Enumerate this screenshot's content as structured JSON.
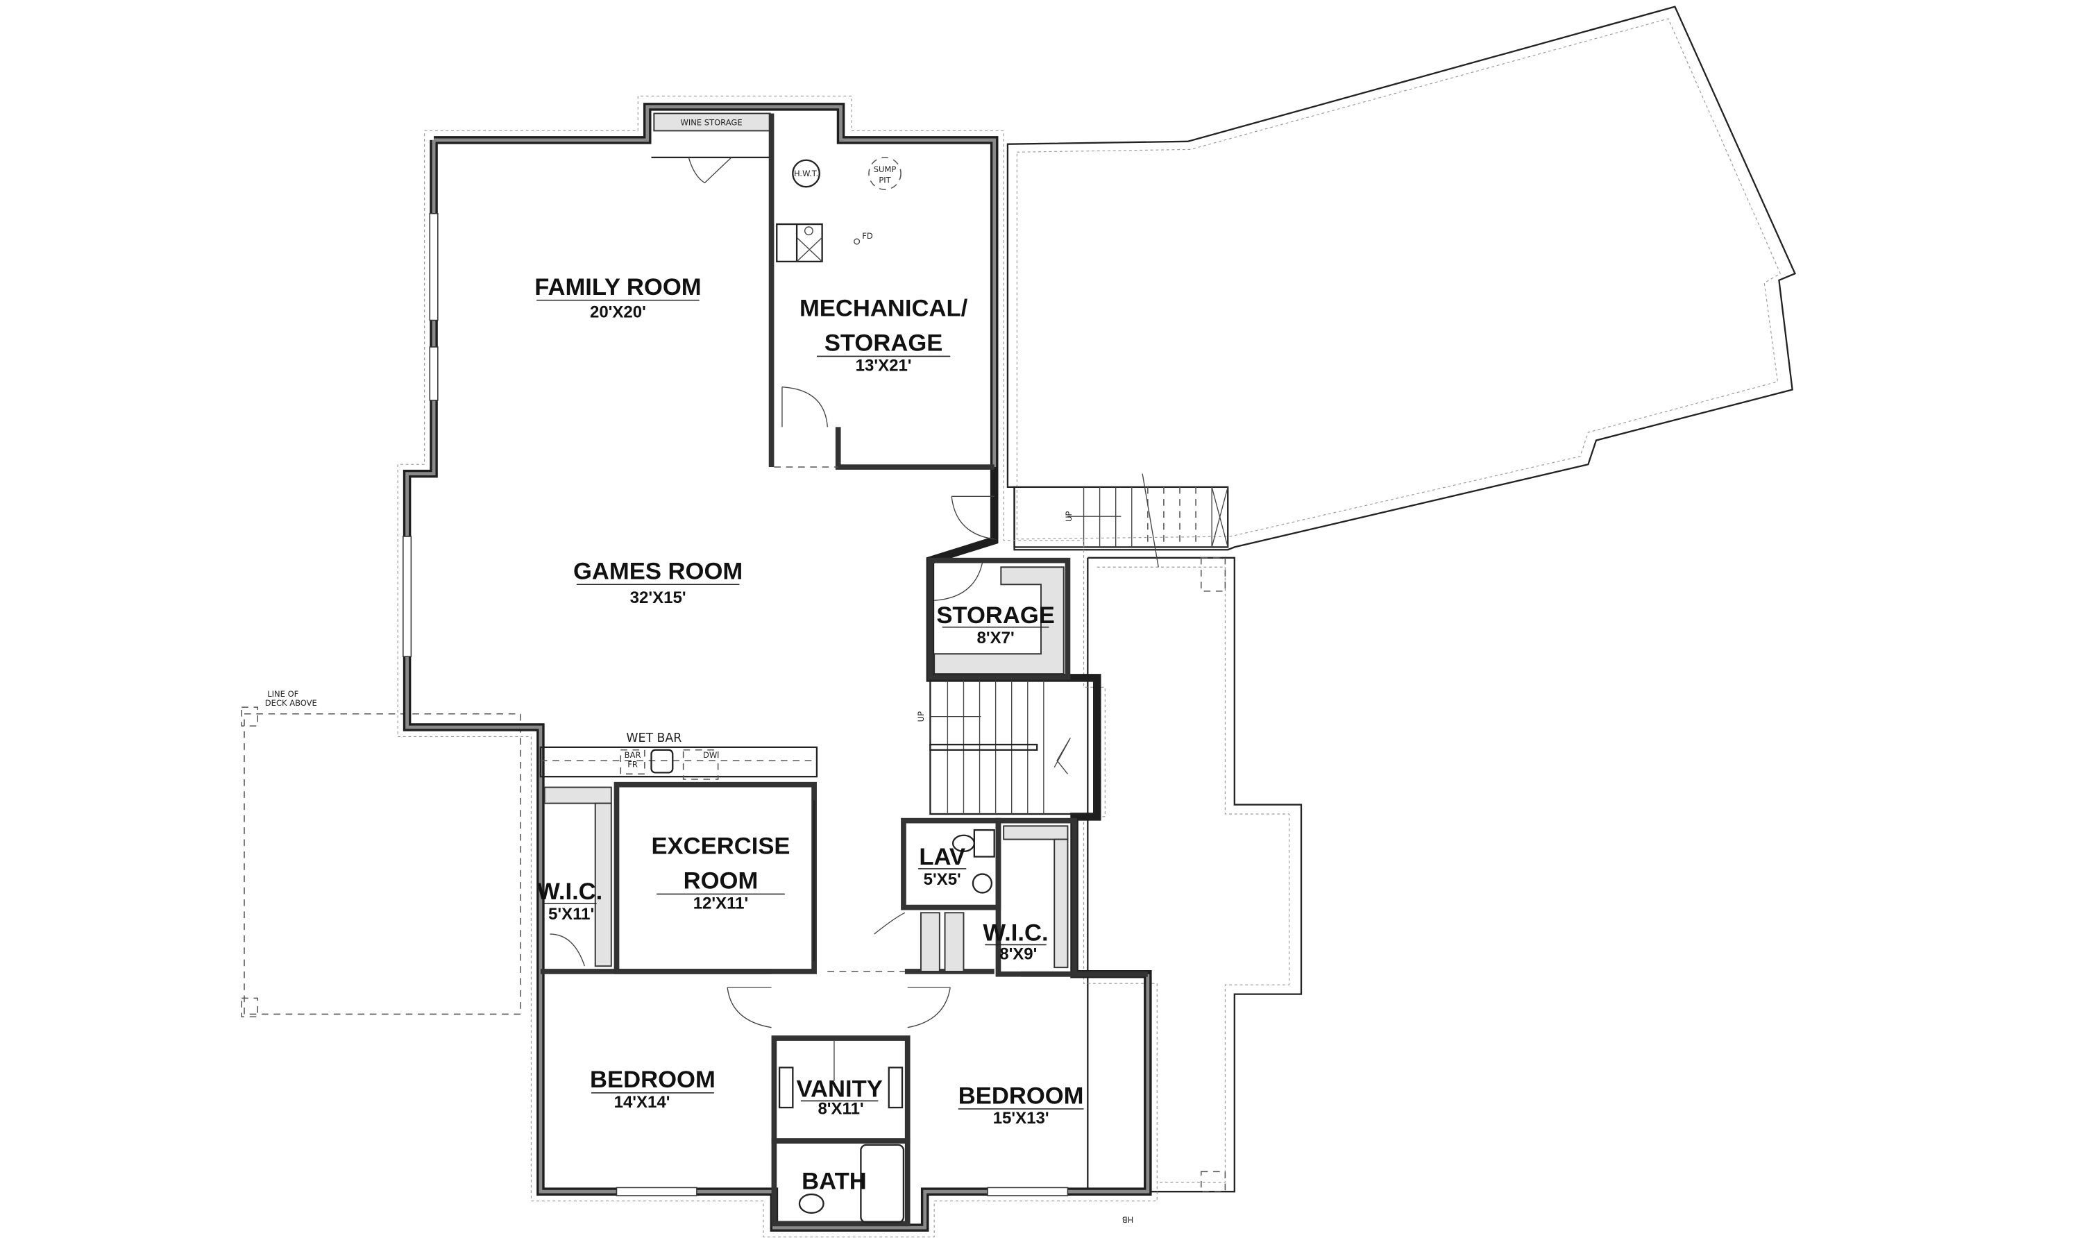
{
  "plan": {
    "rooms": {
      "family": {
        "name": "FAMILY ROOM",
        "size": "20'X20'"
      },
      "mechanical": {
        "name_line1": "MECHANICAL/",
        "name_line2": "STORAGE",
        "size": "13'X21'"
      },
      "games": {
        "name": "GAMES ROOM",
        "size": "32'X15'"
      },
      "storage": {
        "name": "STORAGE",
        "size": "8'X7'"
      },
      "exercise": {
        "name_line1": "EXCERCISE",
        "name_line2": "ROOM",
        "size": "12'X11'"
      },
      "wic_left": {
        "name": "W.I.C.",
        "size": "5'X11'"
      },
      "lav": {
        "name": "LAV",
        "size": "5'X5'"
      },
      "wic_right": {
        "name": "W.I.C.",
        "size": "8'X9'"
      },
      "bedroom_left": {
        "name": "BEDROOM",
        "size": "14'X14'"
      },
      "vanity": {
        "name": "VANITY",
        "size": "8'X11'"
      },
      "bedroom_right": {
        "name": "BEDROOM",
        "size": "15'X13'"
      },
      "bath": {
        "name": "BATH"
      }
    },
    "notes": {
      "wine_storage": "WINE STORAGE",
      "hwt": "H.W.T.",
      "sump_line1": "SUMP",
      "sump_line2": "PIT",
      "fd": "FD",
      "wet_bar": "WET BAR",
      "bar_fr_line1": "BAR",
      "bar_fr_line2": "FR",
      "dw": "DW",
      "deck_line1": "LINE OF",
      "deck_line2": "DECK ABOVE",
      "up_main": "UP",
      "up_garage": "UP",
      "hose_bib": "HB"
    }
  }
}
